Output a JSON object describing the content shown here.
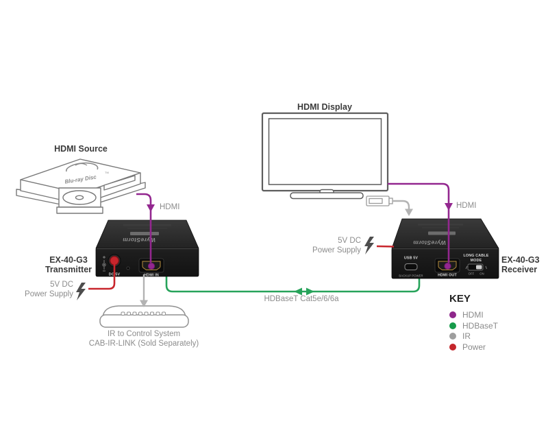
{
  "source": {
    "title": "HDMI Source",
    "logo_text": "Blu-ray Disc",
    "logo_tm": "TM"
  },
  "display": {
    "title": "HDMI Display"
  },
  "transmitter": {
    "name_line1": "EX-40-G3",
    "name_line2": "Transmitter",
    "brand": "WyreStorm",
    "ports": {
      "dc": "DC 5V",
      "hdmi_in": "HDMI IN"
    }
  },
  "receiver": {
    "name_line1": "EX-40-G3",
    "name_line2": "Receiver",
    "brand": "WyreStorm",
    "ports": {
      "usb": "USB 5V",
      "usb_sub": "BACKUP POWER",
      "hdmi_out": "HDMI OUT",
      "mode_line1": "LONG CABLE",
      "mode_line2": "MODE",
      "off": "OFF",
      "on": "ON"
    }
  },
  "connections": {
    "hdmi_src_label": "HDMI",
    "hdmi_disp_label": "HDMI",
    "hdbaset_label": "HDBaseT Cat5e/6/6a",
    "tx_power_line1": "5V DC",
    "tx_power_line2": "Power Supply",
    "rx_power_line1": "5V DC",
    "rx_power_line2": "Power Supply",
    "ir_line1": "IR to Control System",
    "ir_line2": "CAB-IR-LINK (Sold Separately)"
  },
  "key": {
    "title": "KEY",
    "items": [
      {
        "label": "HDMI",
        "color": "#8E278B"
      },
      {
        "label": "HDBaseT",
        "color": "#169B4A"
      },
      {
        "label": "IR",
        "color": "#9E9E9E"
      },
      {
        "label": "Power",
        "color": "#C4262B"
      }
    ]
  },
  "colors": {
    "hdmi": "#93278F",
    "hdbaset": "#27A35A",
    "ir": "#B3B3B3",
    "power": "#C8252C"
  }
}
